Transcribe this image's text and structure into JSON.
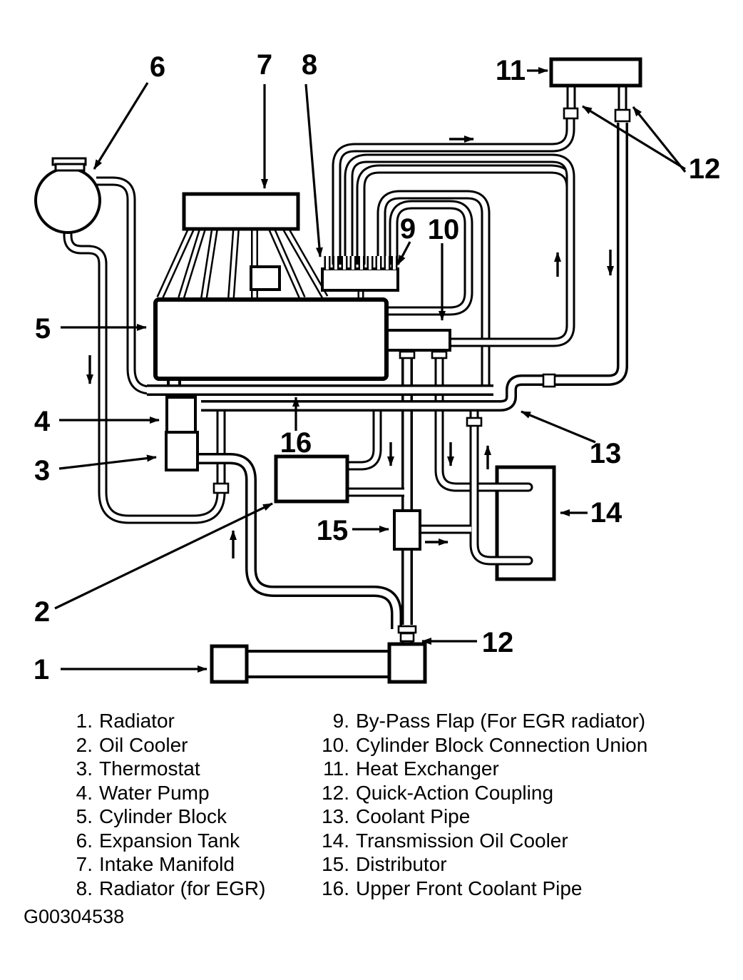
{
  "diagram": {
    "title_implicit": "Engine coolant flow schematic",
    "figure_code": "G00304538",
    "callouts": {
      "n1": "1",
      "n2": "2",
      "n3": "3",
      "n4": "4",
      "n5": "5",
      "n6": "6",
      "n7": "7",
      "n8": "8",
      "n9": "9",
      "n10": "10",
      "n11": "11",
      "n12_top": "12",
      "n12_bottom": "12",
      "n13": "13",
      "n14": "14",
      "n15": "15",
      "n16": "16"
    },
    "line_color": "#000000",
    "background_color": "#ffffff"
  },
  "legend": {
    "left": [
      {
        "num": "1.",
        "label": "Radiator"
      },
      {
        "num": "2.",
        "label": "Oil Cooler"
      },
      {
        "num": "3.",
        "label": "Thermostat"
      },
      {
        "num": "4.",
        "label": "Water Pump"
      },
      {
        "num": "5.",
        "label": "Cylinder Block"
      },
      {
        "num": "6.",
        "label": "Expansion Tank"
      },
      {
        "num": "7.",
        "label": "Intake Manifold"
      },
      {
        "num": "8.",
        "label": "Radiator (for EGR)"
      }
    ],
    "right": [
      {
        "num": "9.",
        "label": "By-Pass Flap (For EGR radiator)"
      },
      {
        "num": "10.",
        "label": "Cylinder Block Connection Union"
      },
      {
        "num": "11.",
        "label": "Heat Exchanger"
      },
      {
        "num": "12.",
        "label": "Quick-Action Coupling"
      },
      {
        "num": "13.",
        "label": "Coolant Pipe"
      },
      {
        "num": "14.",
        "label": "Transmission Oil Cooler"
      },
      {
        "num": "15.",
        "label": "Distributor"
      },
      {
        "num": "16.",
        "label": "Upper Front Coolant Pipe"
      }
    ]
  }
}
